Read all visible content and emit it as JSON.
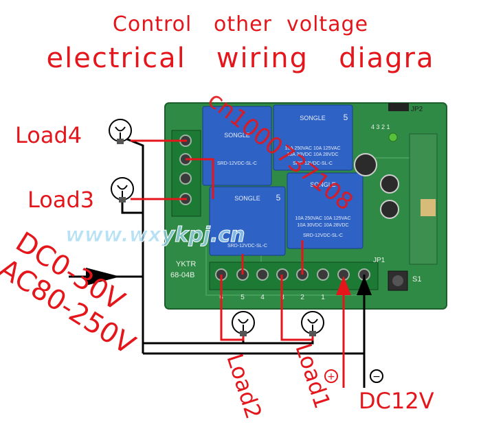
{
  "title": {
    "line1": "Control   other  voltage",
    "line2": "electrical   wiring   diagra"
  },
  "labels": {
    "load4": "Load4",
    "load3": "Load3",
    "load2": "Load2",
    "load1": "Load1",
    "power_source": "DC0-30V\nAC80-250V",
    "dc_supply": "DC12V",
    "plus": "+",
    "minus": "−"
  },
  "board": {
    "model_line1": "YKTR",
    "model_line2": "68-04B",
    "relay_brand": "SONGLE",
    "relay_model": "SRD-12VDC-SL-C",
    "relay_rating1": "10A 250VAC  10A 125VAC",
    "relay_rating2": "10A 30VDC  10A 28VDC",
    "relay_pin_count": "5",
    "jumper_label": "JP2",
    "jumper_pins": "4 3 2 1",
    "jp1_label": "JP1",
    "switch_label": "S1",
    "terminal_numbers": [
      "6",
      "5",
      "4",
      "3",
      "2",
      "1"
    ]
  },
  "watermark": {
    "site": "www.wxykpj.cn",
    "code": "cn1000737108"
  },
  "colors": {
    "label": "#e4161b",
    "wire": "#000000",
    "board": "#2f8a45",
    "relay": "#2f62c5",
    "terminal": "#1c7a34"
  }
}
